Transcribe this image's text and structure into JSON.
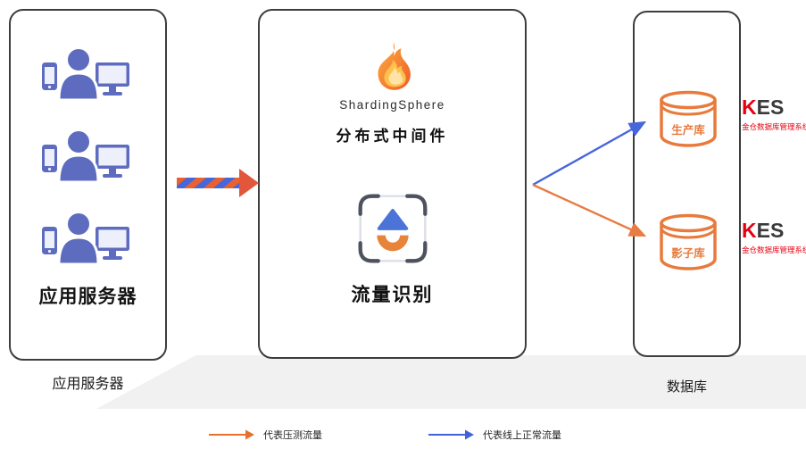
{
  "left_panel": {
    "label": "应用服务器",
    "user_rows": 3
  },
  "middle_panel": {
    "brand": "ShardingSphere",
    "subtitle": "分布式中间件",
    "traffic_label": "流量识别"
  },
  "right_panel": {
    "databases": [
      {
        "name": "生产库",
        "brand_k": "K",
        "brand_es": "ES",
        "vendor": "金仓数据库管理系统"
      },
      {
        "name": "影子库",
        "brand_k": "K",
        "brand_es": "ES",
        "vendor": "金仓数据库管理系统"
      }
    ]
  },
  "captions": {
    "left": "应用服务器",
    "right": "数据库"
  },
  "legend": {
    "items": [
      {
        "label": "代表压测流量",
        "color": "#E8702A"
      },
      {
        "label": "代表线上正常流量",
        "color": "#4263D8"
      }
    ]
  },
  "icons": {
    "user": "user-workstation-icon",
    "logo": "shardingsphere-flame-icon",
    "traffic": "traffic-recognition-scan-icon",
    "database": "database-cylinder-icon",
    "stress_arrow": "striped-stress-traffic-arrow",
    "normal_arrow": "blue-normal-traffic-arrow"
  },
  "colors": {
    "stress_flow": "#E8702A",
    "normal_flow": "#4263D8",
    "user_icon": "#5E6CC0",
    "db_outline": "#E87A3C",
    "kes_red": "#E60012",
    "panel_border": "#3d3d3d"
  }
}
